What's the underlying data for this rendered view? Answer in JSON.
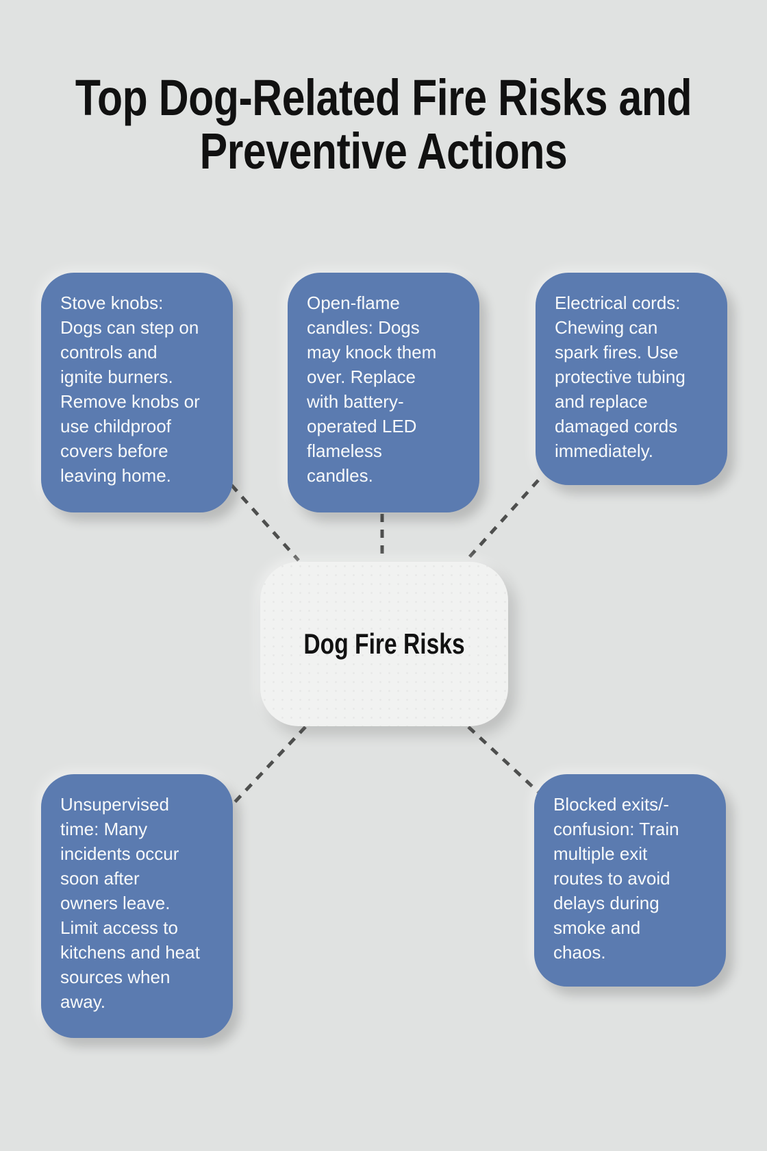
{
  "title": "Top Dog-Related Fire Risks and Preventive Actions",
  "center": {
    "label": "Dog Fire Risks"
  },
  "nodes": [
    {
      "id": "stove-knobs",
      "text": "Stove knobs:\nDogs can step on\ncontrols and\nignite burners.\nRemove knobs or\nuse childproof\ncovers before\nleaving home."
    },
    {
      "id": "open-flame-candles",
      "text": "Open-flame\ncandles: Dogs\nmay knock them\nover. Replace\nwith battery-\noperated LED\nflameless\ncandles."
    },
    {
      "id": "electrical-cords",
      "text": "Electrical cords:\nChewing can\nspark fires. Use\nprotective tubing\nand replace\ndamaged cords\nimmediately."
    },
    {
      "id": "unsupervised-time",
      "text": "Unsupervised\ntime: Many\nincidents occur\nsoon after\nowners leave.\nLimit access to\nkitchens and heat\nsources when\naway."
    },
    {
      "id": "blocked-exits-confusion",
      "text": "Blocked exits/-\nconfusion: Train\nmultiple exit\nroutes to avoid\ndelays during\nsmoke and\nchaos."
    }
  ],
  "colors": {
    "bg": "#e0e2e1",
    "node_fill": "#5b7bb0",
    "node_text": "#f7f9fa",
    "center_fill": "#f1f2f1",
    "center_text": "#121212",
    "title_color": "#111111",
    "connector": "#4e4f4e"
  }
}
